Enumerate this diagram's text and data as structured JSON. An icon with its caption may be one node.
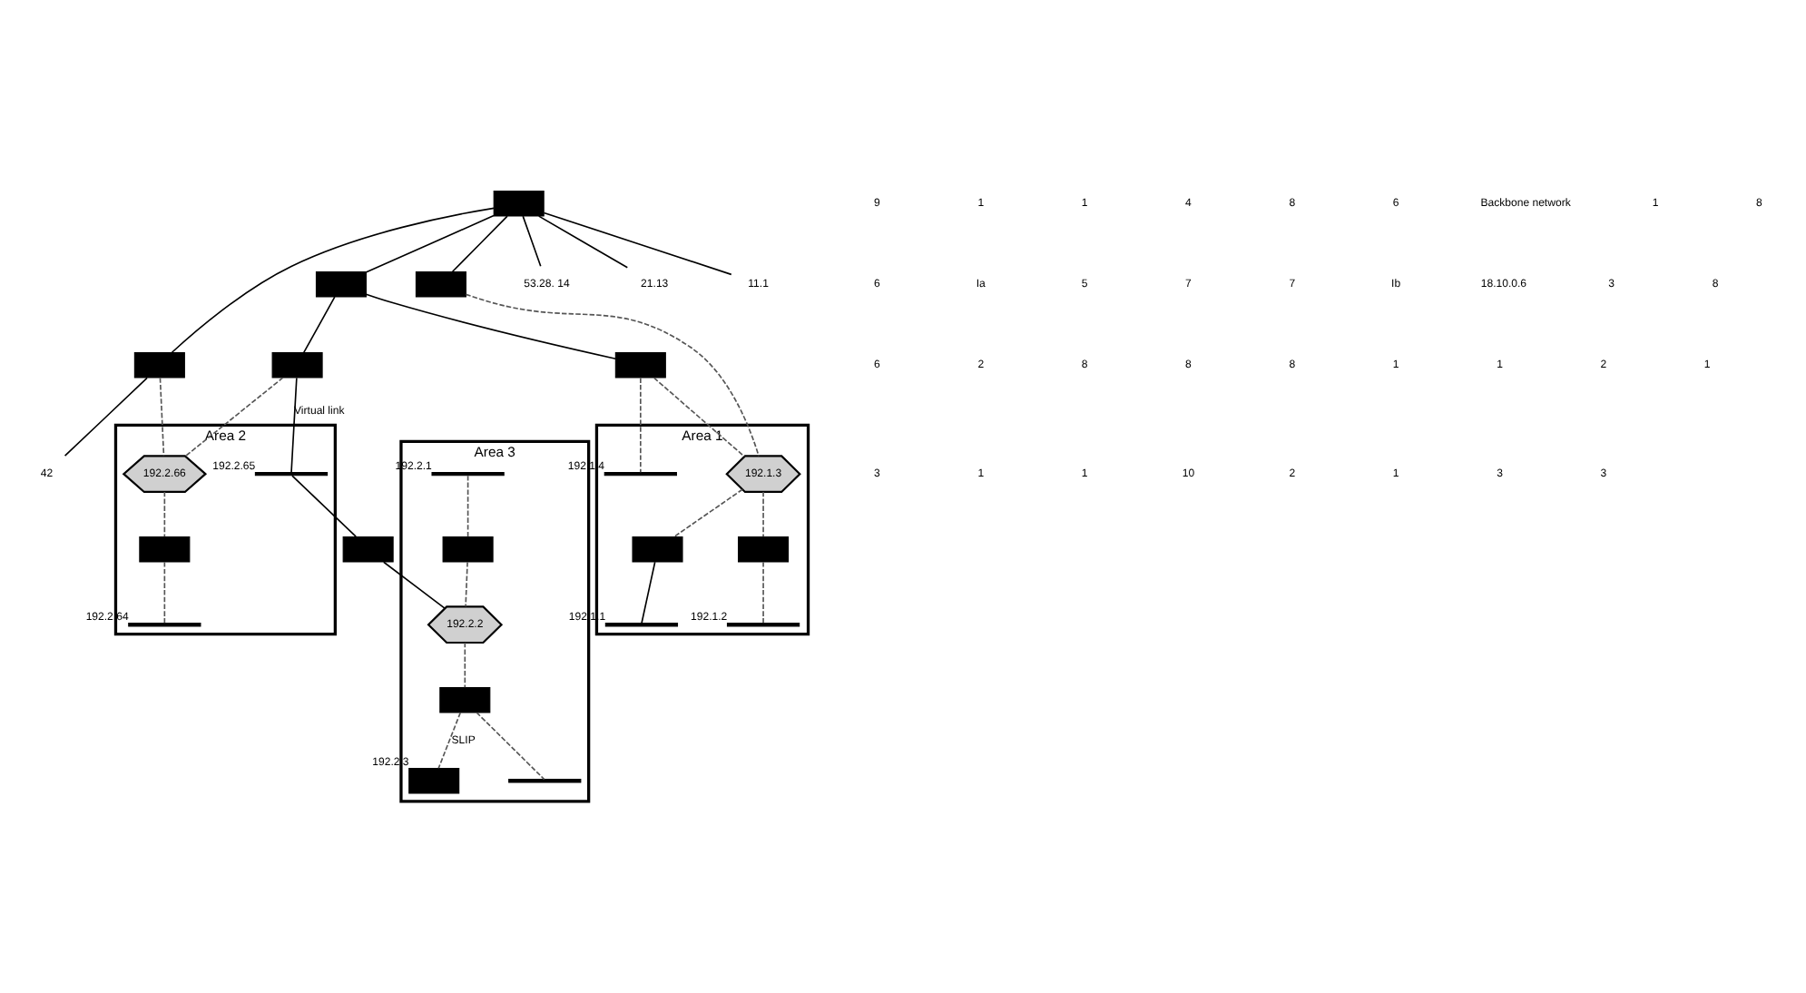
{
  "diagram": {
    "nodes": [
      {
        "text": [
          "Area 1"
        ]
      },
      {
        "text": [
          "Area 2"
        ]
      },
      {
        "text": [
          "Area 3"
        ]
      },
      {
        "text": [],
        "shape": "box"
      },
      {
        "text": [],
        "shape": "box"
      },
      {
        "text": [],
        "shape": "box"
      },
      {
        "text": [],
        "shape": "box"
      },
      {
        "text": [],
        "shape": "box",
        "in": 1
      },
      {
        "text": [],
        "shape": "box"
      },
      {
        "text": [],
        "shape": "box"
      },
      {
        "text": [],
        "shape": "box"
      },
      {
        "text": [],
        "shape": "box",
        "in": 0
      },
      {
        "text": [],
        "shape": "box",
        "in": 0
      },
      {
        "text": [],
        "shape": "box",
        "in": 2
      },
      {
        "text": [],
        "shape": "box",
        "in": 2
      },
      {
        "text": [],
        "shape": "box",
        "in": 2,
        "beside": [
          "192.2.3"
        ]
      },
      {
        "text": [
          "192.2.66"
        ],
        "in": 1
      },
      {
        "text": [
          "192.1.3"
        ],
        "in": 0
      },
      {
        "text": [
          "192.2.2"
        ],
        "in": 2
      },
      {
        "text": [],
        "shape": "bar",
        "in": 1,
        "beside": [
          "192.2.65"
        ]
      },
      {
        "text": [],
        "shape": "bar",
        "in": 0,
        "beside": [
          "192.1.1"
        ]
      },
      {
        "text": [],
        "shape": "bar",
        "in": 0,
        "beside": [
          "192.1.2"
        ]
      },
      {
        "text": [],
        "shape": "bar",
        "in": 0,
        "beside": [
          "192.1.4"
        ]
      },
      {
        "text": [],
        "shape": "bar",
        "in": 2,
        "beside": [
          "192.2.1"
        ]
      },
      {
        "text": [
          "53.28. 14"
        ]
      },
      {
        "text": [
          "21.13"
        ]
      },
      {
        "text": [
          "11.1"
        ]
      },
      {
        "text": [
          "42"
        ]
      },
      {
        "text": [],
        "shape": "bar",
        "in": 1,
        "beside": [
          "192.2.64"
        ]
      },
      {
        "text": [],
        "shape": "bar",
        "in": 2
      }
    ],
    "edges": [
      {
        "from": 3,
        "to": 24,
        "arrow": "none"
      },
      {
        "from": 3,
        "to": 25,
        "arrow": "none"
      },
      {
        "from": 3,
        "to": 26,
        "arrow": "none"
      },
      {
        "from": 3,
        "to": 5,
        "arrow": "none"
      },
      {
        "from": 3,
        "to": 4,
        "arrow": "none"
      },
      {
        "from": 4,
        "to": 6,
        "arrow": "none"
      },
      {
        "from": 5,
        "to": 27,
        "arrow": "none"
      },
      {
        "from": 3,
        "to": 9,
        "arrow": "none"
      },
      {
        "from": 4,
        "to": 10,
        "arrow": "none"
      },
      {
        "from": 5,
        "to": 16,
        "arrow": "none",
        "style": "dashed"
      },
      {
        "from": 6,
        "to": 16,
        "arrow": "none",
        "style": "dashed"
      },
      {
        "from": 16,
        "to": 7,
        "arrow": "none",
        "style": "dashed"
      },
      {
        "from": 7,
        "to": 28,
        "arrow": "none",
        "style": "dashed"
      },
      {
        "from": 6,
        "to": 19,
        "arrow": "none",
        "label": "Virtual link"
      },
      {
        "from": 19,
        "to": 8,
        "arrow": "none"
      },
      {
        "from": 9,
        "to": 17,
        "arrow": "none",
        "style": "dashed"
      },
      {
        "from": 10,
        "to": 17,
        "arrow": "none",
        "style": "dashed"
      },
      {
        "from": 10,
        "to": 22,
        "arrow": "none",
        "style": "dashed"
      },
      {
        "from": 17,
        "to": 11,
        "arrow": "none",
        "style": "dashed"
      },
      {
        "from": 17,
        "to": 12,
        "arrow": "none",
        "style": "dashed"
      },
      {
        "from": 11,
        "to": 20,
        "arrow": "none"
      },
      {
        "from": 12,
        "to": 21,
        "arrow": "none",
        "style": "dashed"
      },
      {
        "from": 8,
        "to": 18,
        "arrow": "none"
      },
      {
        "from": 23,
        "to": 13,
        "arrow": "none",
        "style": "dashed"
      },
      {
        "from": 13,
        "to": 18,
        "arrow": "none",
        "style": "dashed"
      },
      {
        "from": 18,
        "to": 14,
        "arrow": "none",
        "style": "dashed"
      },
      {
        "from": 14,
        "to": 15,
        "arrow": "none",
        "style": "dashed",
        "label": "SLIP"
      },
      {
        "from": 14,
        "to": 29,
        "arrow": "none",
        "style": "dashed"
      }
    ],
    "labels": [
      "9",
      "1",
      "1",
      "4",
      "8",
      "6",
      "Backbone network",
      "1",
      "8",
      "6",
      "Ia",
      "5",
      "7",
      "7",
      "Ib",
      "18.10.0.6",
      "3",
      "8",
      "6",
      "2",
      "8",
      "8",
      "8",
      "1",
      "1",
      "2",
      "1",
      "3",
      "1",
      "1",
      "10",
      "2",
      "1",
      "3",
      "3"
    ]
  }
}
